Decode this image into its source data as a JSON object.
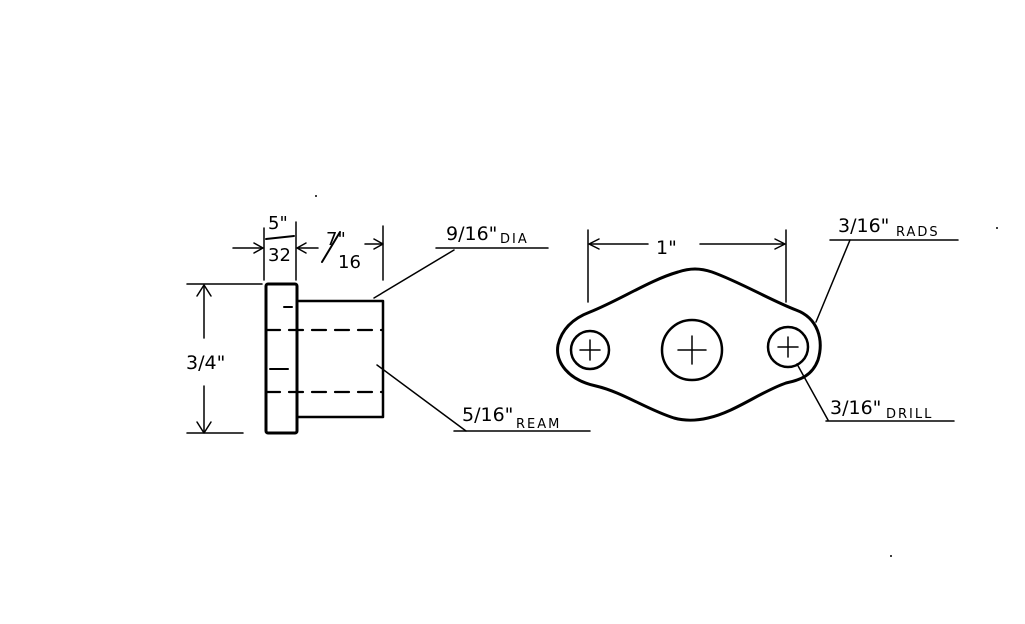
{
  "side_view": {
    "flange_thickness": {
      "num": "5\"",
      "den": "32"
    },
    "boss_length": {
      "num": "7\"",
      "den": "16"
    },
    "height": "3/4\"",
    "boss_dia_note": {
      "value": "9/16\"",
      "text": "DIA"
    },
    "bore_note": {
      "value": "5/16\"",
      "text": "REAM"
    }
  },
  "front_view": {
    "hole_spacing": "1\"",
    "radius_note": {
      "value": "3/16\"",
      "text": "RADS"
    },
    "drill_note": {
      "value": "3/16\"",
      "text": "DRILL"
    }
  },
  "colors": {
    "ink": "#000000",
    "paper": "#ffffff"
  }
}
